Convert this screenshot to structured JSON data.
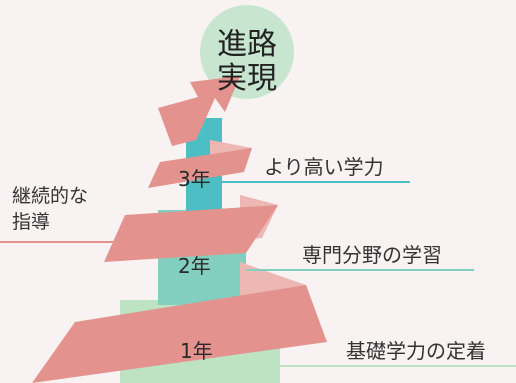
{
  "goal": {
    "line1": "進路",
    "line2": "実現"
  },
  "years": [
    {
      "label": "3年"
    },
    {
      "label": "2年"
    },
    {
      "label": "1年"
    }
  ],
  "labels": {
    "year3": "より高い学力",
    "year2": "専門分野の学習",
    "year1": "基礎学力の定着"
  },
  "left_label": {
    "line1": "継続的な",
    "line2": "指導"
  },
  "colors": {
    "background": "#f8f2f3",
    "goal_circle": "#c8e6cf",
    "band": "#e3928d",
    "band_back": "#edb8b4",
    "step3": "#4ebec5",
    "step2": "#82cfc0",
    "step1": "#bde3c2",
    "underline3": "#4ebec5",
    "underline2": "#82cfc0",
    "underline1": "#bde3c2",
    "left_line": "#e3928d"
  }
}
